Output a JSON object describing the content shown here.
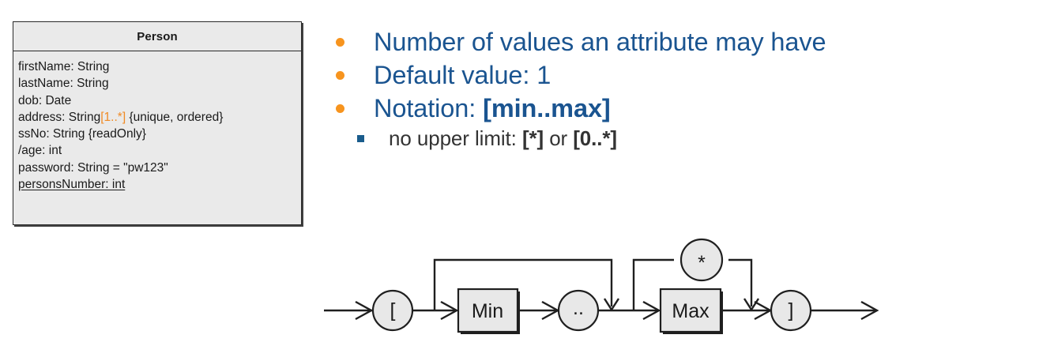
{
  "slide": {
    "background_color": "#ffffff",
    "accent_orange": "#f7941e",
    "accent_blue": "#1a5490",
    "sub_blue": "#1a5c8c",
    "box_fill": "#eaeaea",
    "box_stroke": "#2b2b2b"
  },
  "uml_class": {
    "name": "Person",
    "attributes": [
      {
        "text": "firstName: String",
        "underlined": false,
        "segments": [
          {
            "t": "firstName: String",
            "color": "default"
          }
        ]
      },
      {
        "text": "lastName: String",
        "underlined": false,
        "segments": [
          {
            "t": "lastName: String",
            "color": "default"
          }
        ]
      },
      {
        "text": "dob: Date",
        "underlined": false,
        "segments": [
          {
            "t": "dob: Date",
            "color": "default"
          }
        ]
      },
      {
        "text": "address: String[1..*] {unique, ordered}",
        "underlined": false,
        "segments": [
          {
            "t": "address: String",
            "color": "default"
          },
          {
            "t": "[1..*]",
            "color": "orange"
          },
          {
            "t": " {unique, ordered}",
            "color": "default"
          }
        ]
      },
      {
        "text": "ssNo: String {readOnly}",
        "underlined": false,
        "segments": [
          {
            "t": "ssNo: String {readOnly}",
            "color": "default"
          }
        ]
      },
      {
        "text": "/age: int",
        "underlined": false,
        "segments": [
          {
            "t": "/age: int",
            "color": "default"
          }
        ]
      },
      {
        "text": "password: String = \"pw123\"",
        "underlined": false,
        "segments": [
          {
            "t": "password: String = \"pw123\"",
            "color": "default"
          }
        ]
      },
      {
        "text": "personsNumber: int",
        "underlined": true,
        "segments": [
          {
            "t": "personsNumber: int",
            "color": "default"
          }
        ]
      }
    ]
  },
  "bullets": [
    {
      "level": 1,
      "marker": "orange-dot-bullet",
      "text": "Number of values an attribute may have",
      "segments": [
        {
          "t": "Number of values an attribute may have",
          "bold": false
        }
      ]
    },
    {
      "level": 1,
      "marker": "orange-dot-bullet",
      "text": "Default value: 1",
      "segments": [
        {
          "t": "Default value: 1",
          "bold": false
        }
      ]
    },
    {
      "level": 1,
      "marker": "orange-dot-bullet",
      "text": "Notation: [min..max]",
      "segments": [
        {
          "t": "Notation: ",
          "bold": false
        },
        {
          "t": "[min..max]",
          "bold": true
        }
      ]
    },
    {
      "level": 2,
      "marker": "blue-square-bullet",
      "text": "no upper limit: [*] or [0..*]",
      "segments": [
        {
          "t": "no upper limit: ",
          "bold": false
        },
        {
          "t": "[*]",
          "bold": true
        },
        {
          "t": " or ",
          "bold": false
        },
        {
          "t": "[0..*]",
          "bold": true
        }
      ]
    }
  ],
  "railroad_diagram": {
    "title": "multiplicity-syntax-railroad",
    "nodes": [
      {
        "id": "open-bracket",
        "shape": "circle",
        "label": "["
      },
      {
        "id": "min",
        "shape": "rect",
        "label": "Min"
      },
      {
        "id": "dotdot",
        "shape": "circle",
        "label": ".."
      },
      {
        "id": "star",
        "shape": "circle",
        "label": "*"
      },
      {
        "id": "max",
        "shape": "rect",
        "label": "Max"
      },
      {
        "id": "close-bracket",
        "shape": "circle",
        "label": "]"
      }
    ],
    "edges": [
      {
        "from": "start",
        "to": "open-bracket"
      },
      {
        "from": "open-bracket",
        "to": "min"
      },
      {
        "from": "min",
        "to": "dotdot"
      },
      {
        "from": "open-bracket",
        "to": "max",
        "via": "bypass-top"
      },
      {
        "from": "dotdot",
        "to": "max"
      },
      {
        "from": "max-in",
        "to": "star",
        "via": "alt-top"
      },
      {
        "from": "star",
        "to": "max-out",
        "via": "alt-top"
      },
      {
        "from": "max",
        "to": "close-bracket"
      },
      {
        "from": "close-bracket",
        "to": "end"
      }
    ]
  }
}
